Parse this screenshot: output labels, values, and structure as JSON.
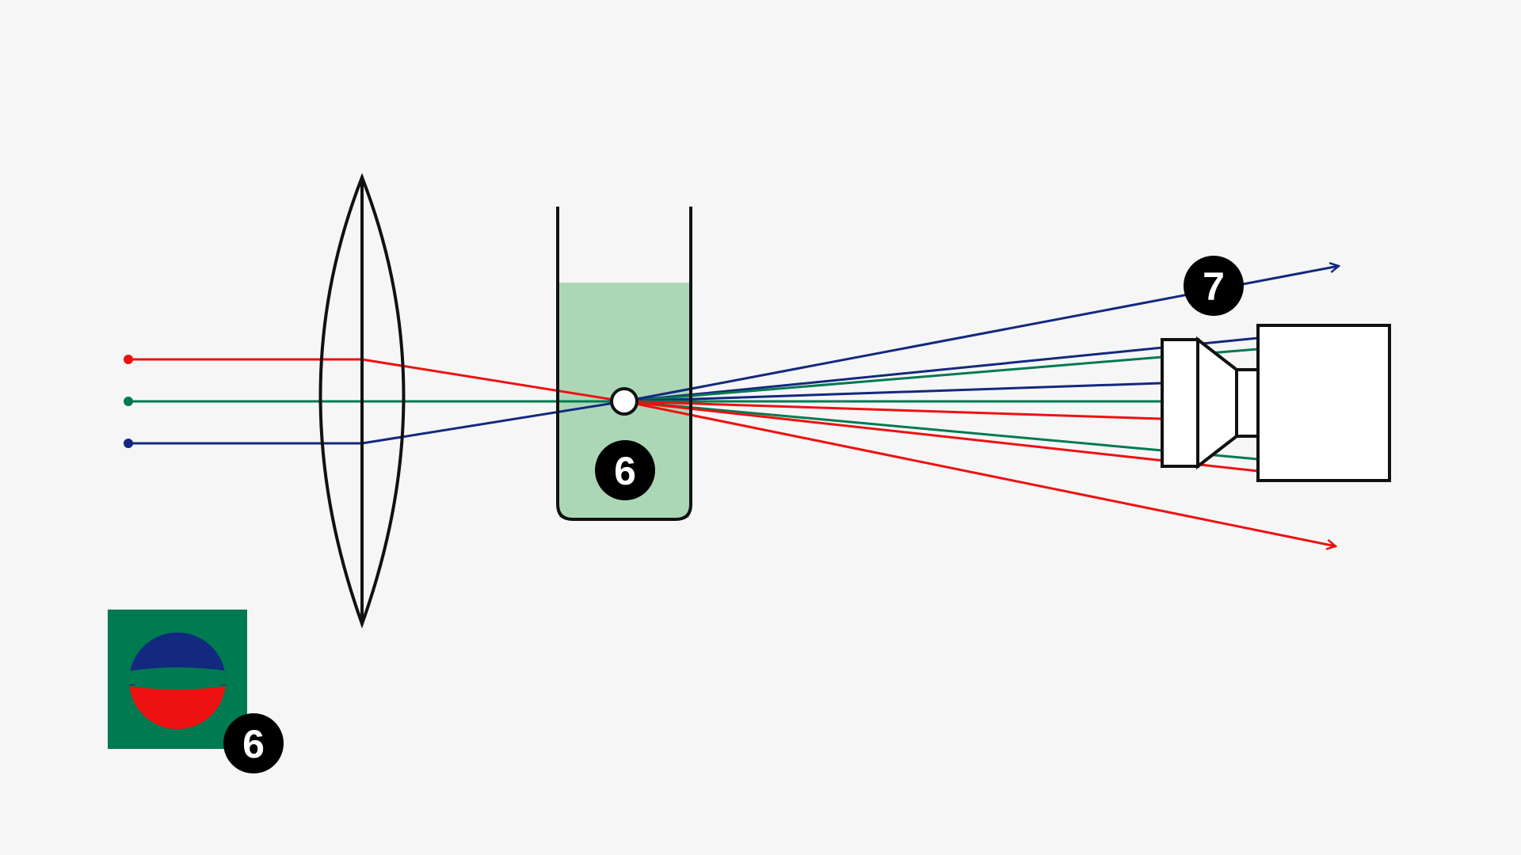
{
  "colors": {
    "background": "#f6f6f6",
    "red": "#ee1111",
    "green": "#007a50",
    "blue": "#13287f",
    "liquid": "#acd7b6",
    "outline": "#111111",
    "badge": "#000000",
    "badge_text": "#ffffff",
    "inset_background": "#007a50"
  },
  "components": {
    "light_sources": [
      "red-dot",
      "green-dot",
      "blue-dot"
    ],
    "lens": "biconvex-lens",
    "cuvette": "liquid-cuvette",
    "particle": "particle-circle",
    "camera": "camera-with-lens",
    "inset": "particle-color-split-inset"
  },
  "badges": {
    "cuvette": "6",
    "scatter": "7",
    "inset": "6"
  }
}
